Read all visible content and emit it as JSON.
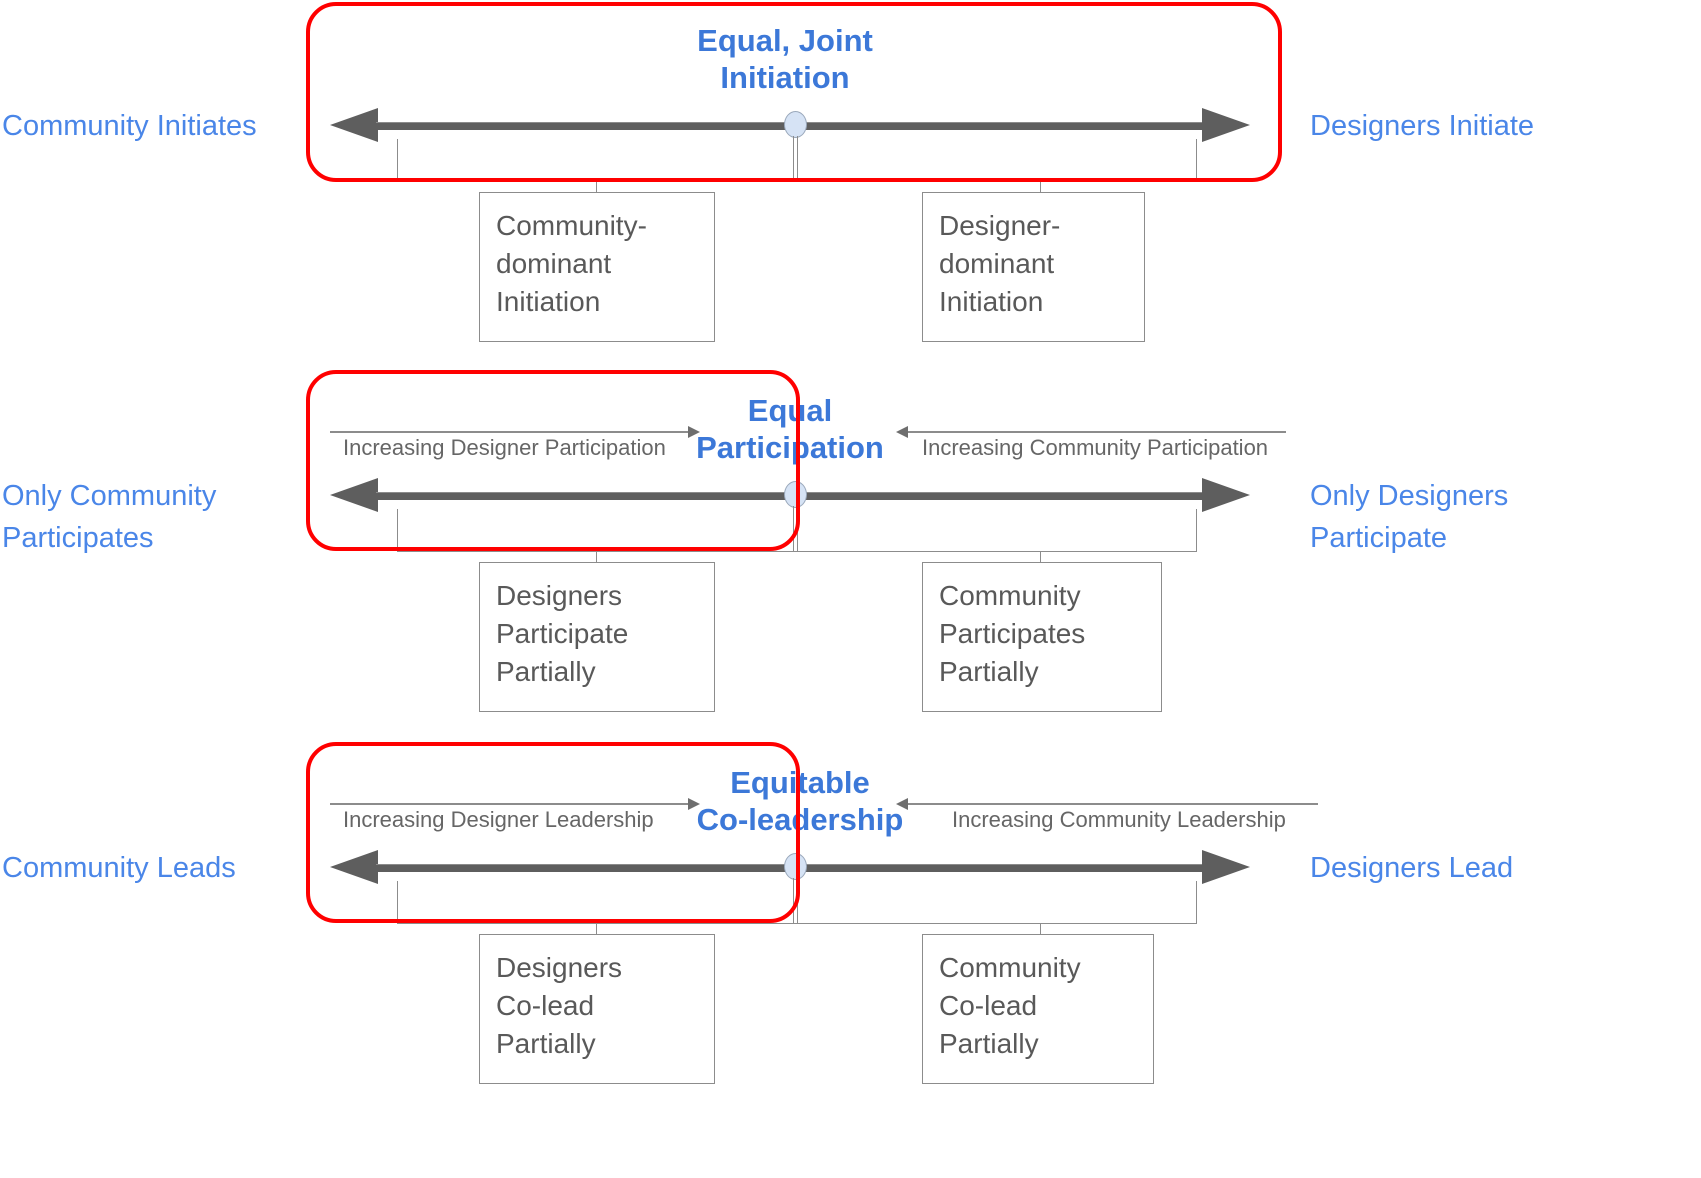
{
  "diagram": {
    "title": "Spectrum of community-designer collaboration",
    "accent_blue": "#4a86e8",
    "center_blue": "#3c78d8",
    "highlight_red": "#ff0000",
    "axis_gray": "#5e5e5e"
  },
  "rows": [
    {
      "id": "initiation",
      "left_label": "Community Initiates",
      "right_label": "Designers Initiate",
      "center_label": "Equal, Joint\nInitiation",
      "left_box": "Community-\ndominant\nInitiation",
      "right_box": "Designer-\ndominant\nInitiation",
      "sub_left_caption": "",
      "sub_right_caption": ""
    },
    {
      "id": "participation",
      "left_label": "Only Community\nParticipates",
      "right_label": "Only Designers\nParticipate",
      "center_label": "Equal\nParticipation",
      "left_box": "Designers\nParticipate\nPartially",
      "right_box": "Community\nParticipates\nPartially",
      "sub_left_caption": "Increasing Designer Participation",
      "sub_right_caption": "Increasing Community Participation"
    },
    {
      "id": "leadership",
      "left_label": "Community Leads",
      "right_label": "Designers Lead",
      "center_label": "Equitable\nCo-leadership",
      "left_box": "Designers\nCo-lead\nPartially",
      "right_box": "Community\nCo-lead\nPartially",
      "sub_left_caption": "Increasing Designer Leadership",
      "sub_right_caption": "Increasing Community Leadership"
    }
  ]
}
